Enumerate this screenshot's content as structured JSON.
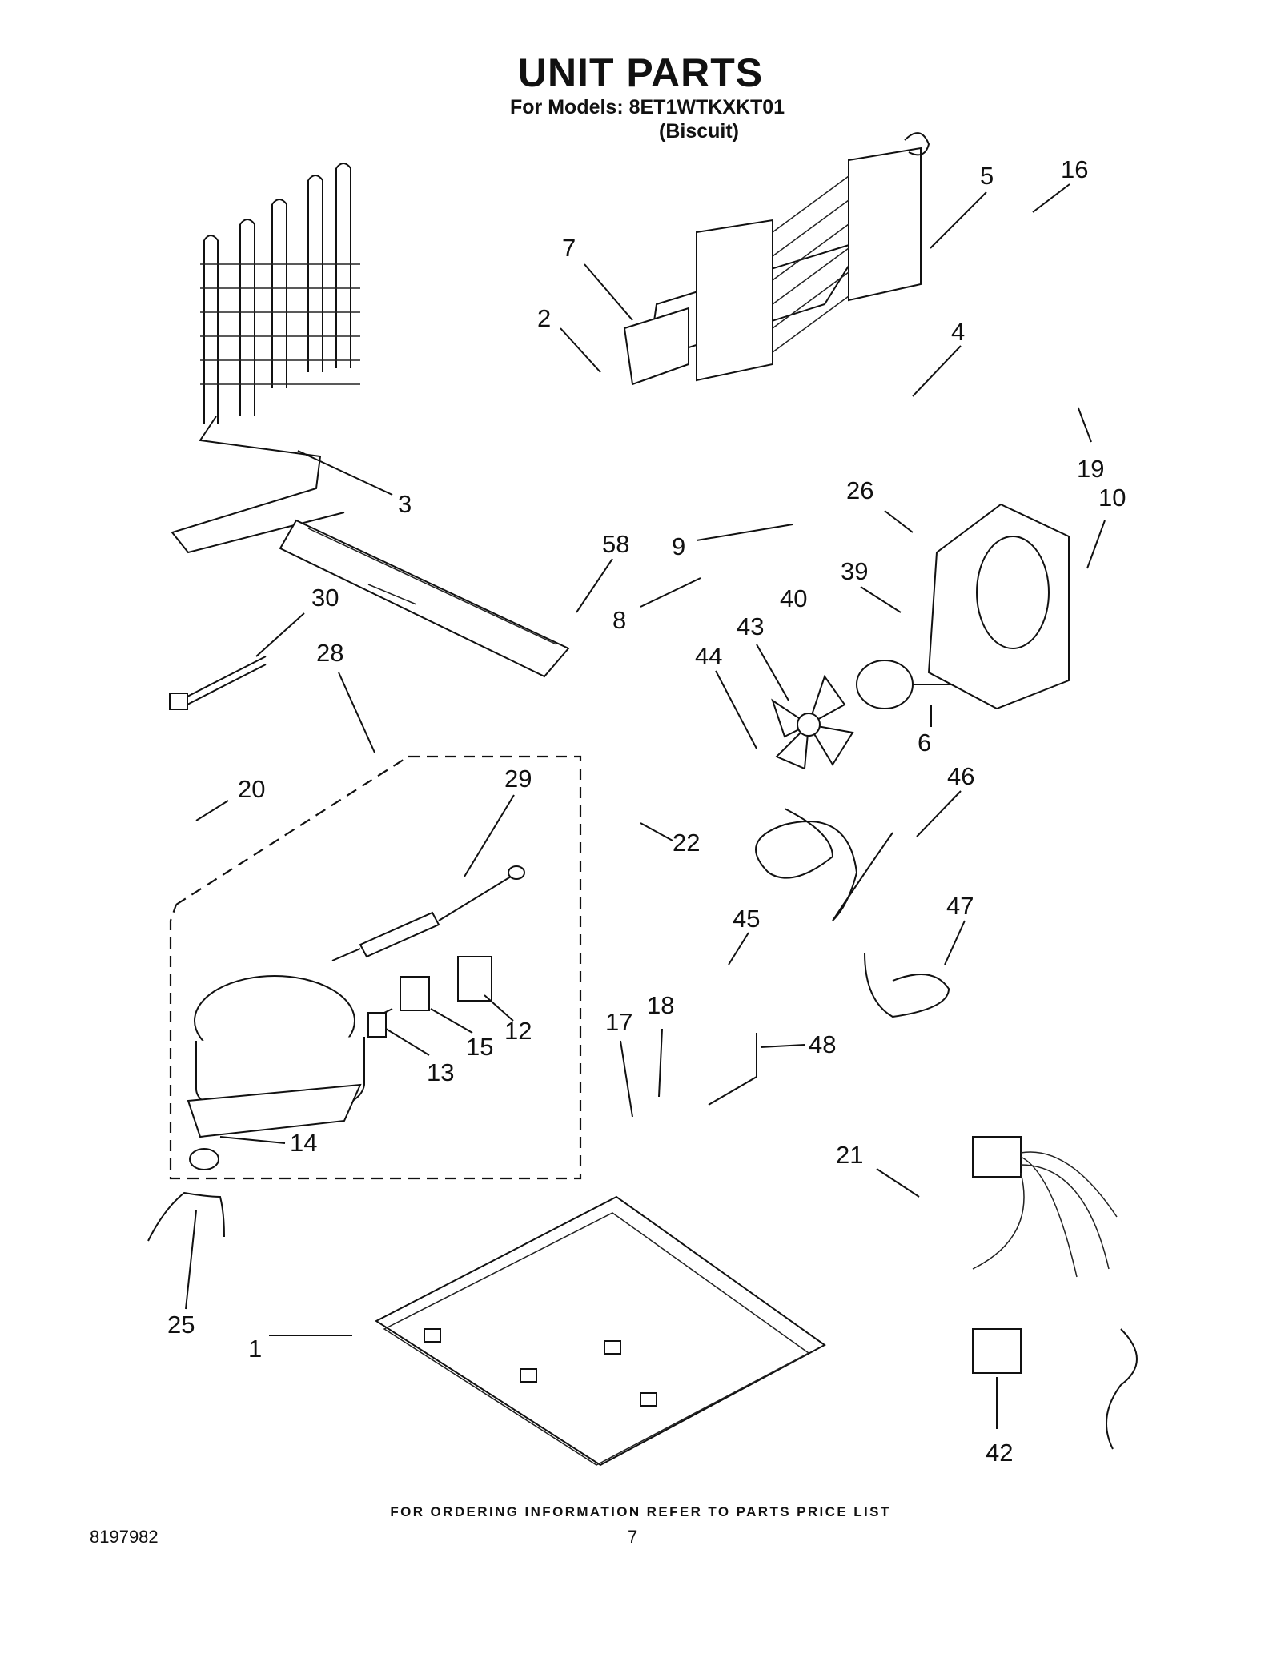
{
  "header": {
    "title": "UNIT PARTS",
    "models_line": "For Models: 8ET1WTKXKT01",
    "variant": "(Biscuit)"
  },
  "footer": {
    "note": "FOR ORDERING INFORMATION REFER TO PARTS PRICE LIST",
    "doc_number": "8197982",
    "page_number": "7"
  },
  "callouts": [
    "1",
    "2",
    "3",
    "4",
    "5",
    "6",
    "7",
    "8",
    "9",
    "10",
    "12",
    "13",
    "14",
    "15",
    "16",
    "17",
    "18",
    "19",
    "20",
    "21",
    "22",
    "25",
    "26",
    "28",
    "29",
    "30",
    "39",
    "40",
    "42",
    "43",
    "44",
    "45",
    "46",
    "47",
    "48",
    "58"
  ]
}
